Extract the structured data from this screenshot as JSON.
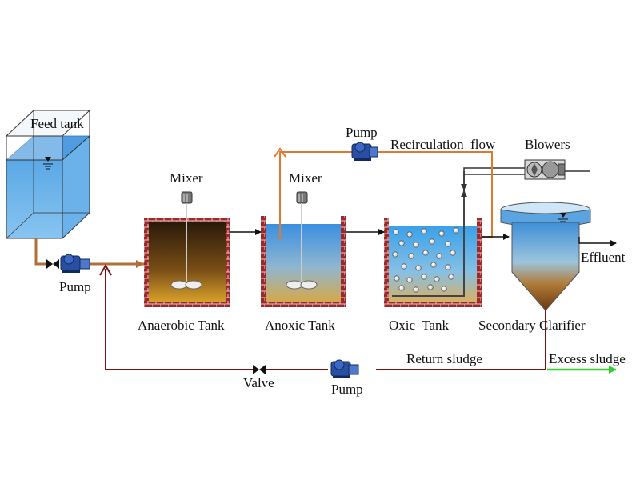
{
  "labels": {
    "feed_tank": "Feed tank",
    "pump_feed": "Pump",
    "mixer_1": "Mixer",
    "mixer_2": "Mixer",
    "pump_recirc": "Pump",
    "recirculation_flow": "Recirculation  flow",
    "blowers": "Blowers",
    "effluent": "Effluent",
    "anaerobic_tank": "Anaerobic Tank",
    "anoxic_tank": "Anoxic Tank",
    "oxic_tank": "Oxic  Tank",
    "secondary_clarifier": "Secondary Clarifier",
    "return_sludge": "Return sludge",
    "excess_sludge": "Excess sludge",
    "valve": "Valve",
    "pump_return": "Pump"
  },
  "colors": {
    "brick": "#9c2a2a",
    "mortar": "#e8d8d8",
    "feed_pipe": "#b0703a",
    "recirc_pipe": "#e07a30",
    "return_line": "#7a1010",
    "excess_line": "#33cc33",
    "pump_body": "#2a4fa0",
    "water_blue": "#5aa8e6",
    "sludge_brown": "#a0681a"
  }
}
